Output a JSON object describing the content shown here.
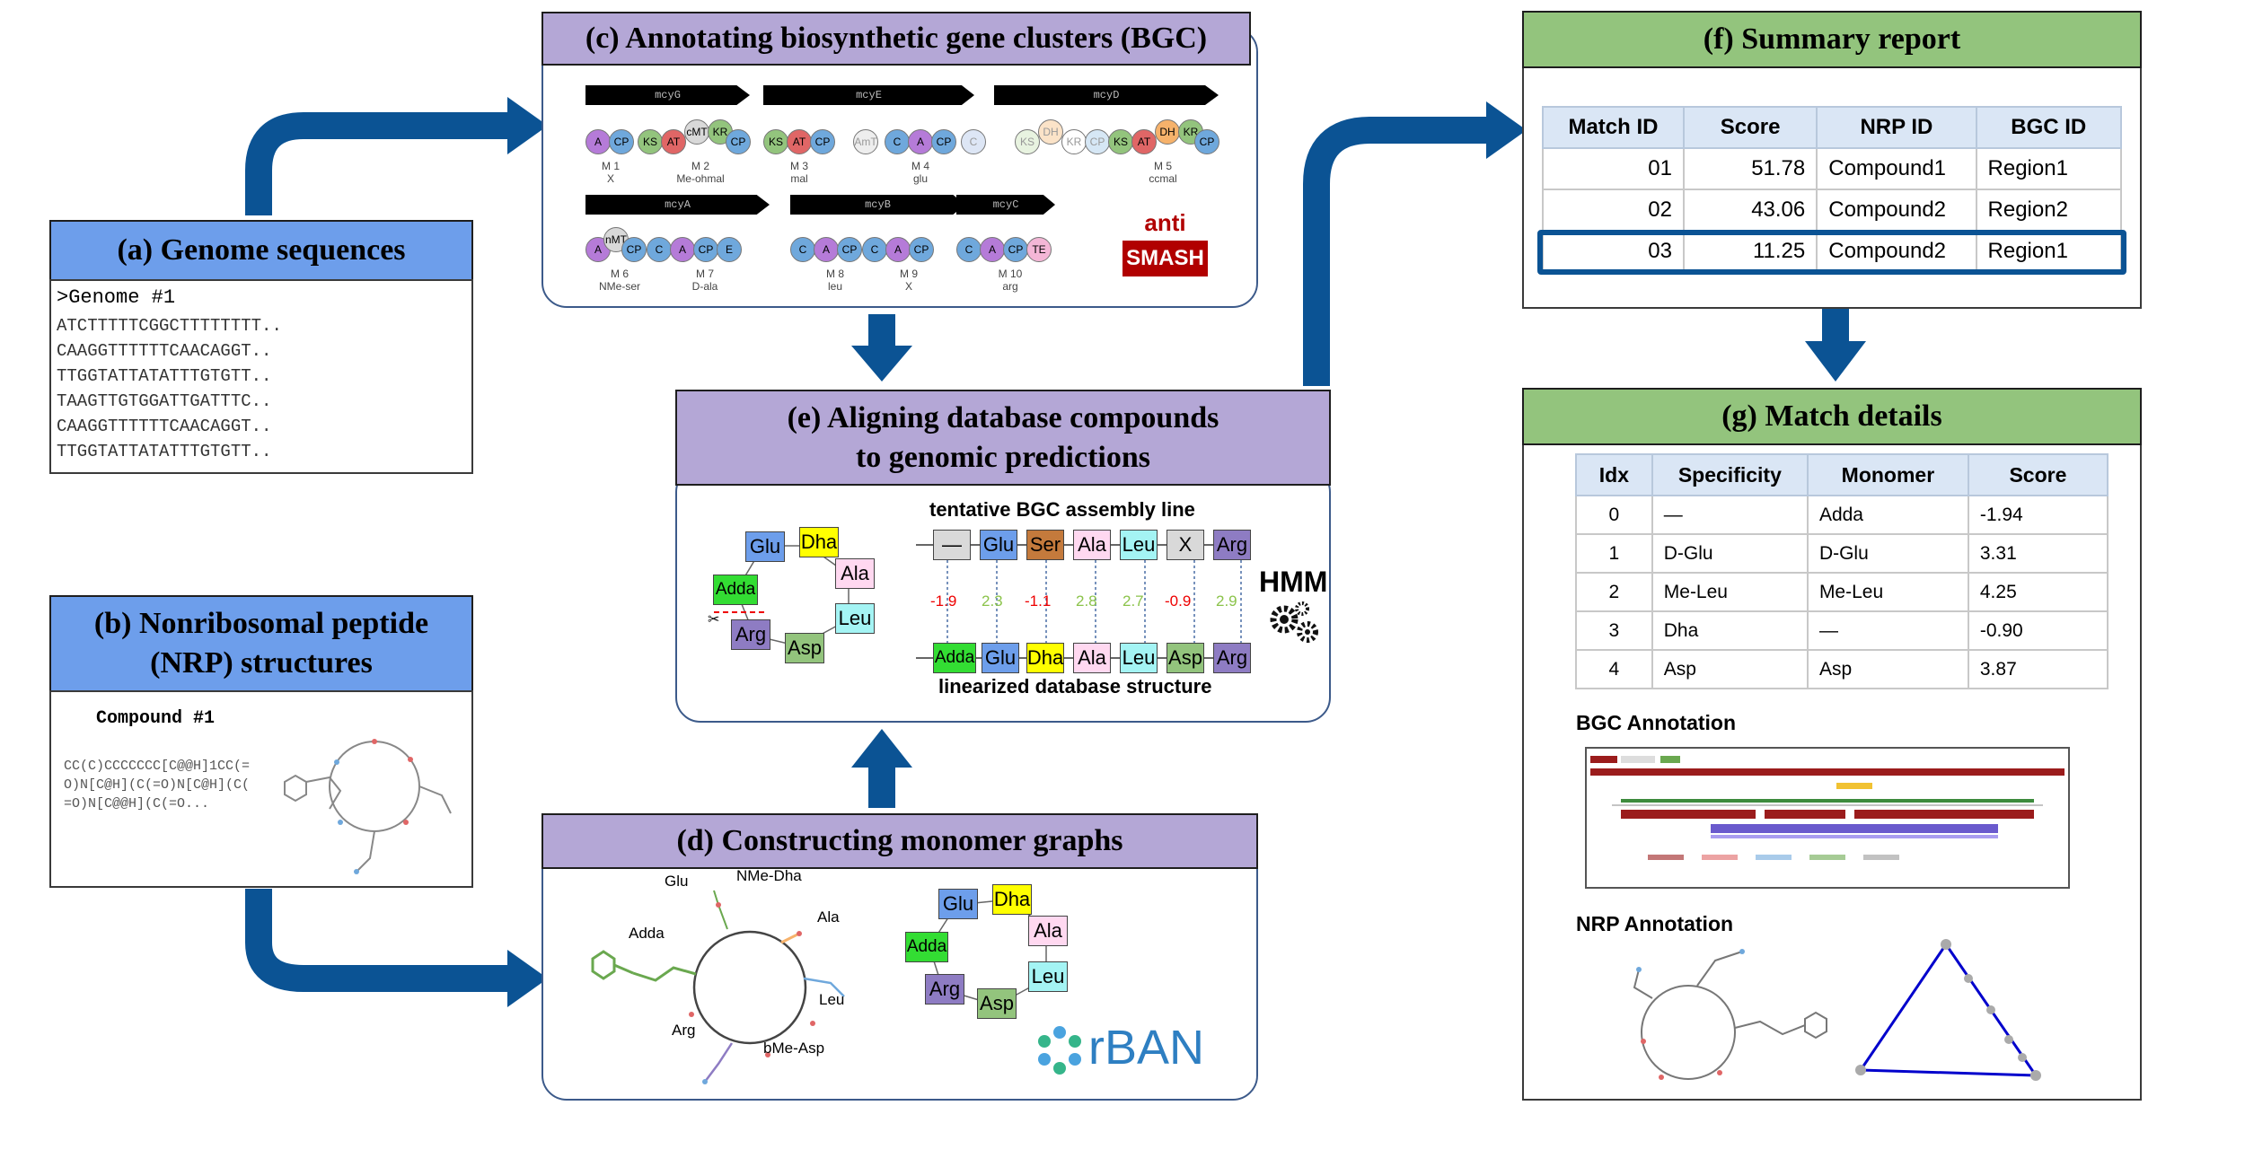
{
  "panels": {
    "a": {
      "title": "(a) Genome sequences",
      "header_line": ">Genome #1",
      "lines": [
        "ATCTTTTTCGGCTTTTTTTT..",
        "CAAGGTTTTTTCAACAGGT..",
        "TTGGTATTATATTTGTGTT..",
        "TAAGTTGTGGATTGATTTC..",
        "CAAGGTTTTTTCAACAGGT..",
        "TTGGTATTATATTTGTGTT.."
      ]
    },
    "b": {
      "title_line1": "(b) Nonribosomal peptide",
      "title_line2": "(NRP) structures",
      "compound": "Compound #1",
      "smiles": [
        "CC(C)CCCCCCC[C@@H]1CC(=",
        "O)N[C@H](C(=O)N[C@H](C(",
        "=O)N[C@@H](C(=O..."
      ]
    },
    "c": {
      "title": "(c) Annotating biosynthetic gene clusters (BGC)",
      "genes": [
        "mcyG",
        "mcyE",
        "mcyD",
        "mcyA",
        "mcyB",
        "mcyC"
      ],
      "modules": [
        {
          "m": "M 1",
          "s": "X"
        },
        {
          "m": "M 2",
          "s": "Me-ohmal"
        },
        {
          "m": "M 3",
          "s": "mal"
        },
        {
          "m": "M 4",
          "s": "glu"
        },
        {
          "m": "M 5",
          "s": "ccmal"
        },
        {
          "m": "M 6",
          "s": "NMe-ser"
        },
        {
          "m": "M 7",
          "s": "D-ala"
        },
        {
          "m": "M 8",
          "s": "leu"
        },
        {
          "m": "M 9",
          "s": "X"
        },
        {
          "m": "M 10",
          "s": "arg"
        }
      ],
      "antismash_top": "anti",
      "antismash_bottom": "SMASH"
    },
    "d": {
      "title": "(d) Constructing monomer graphs",
      "molecule_labels": [
        "Glu",
        "NMe-Dha",
        "Ala",
        "Adda",
        "Leu",
        "Arg",
        "bMe-Asp"
      ],
      "graph_nodes": [
        "Glu",
        "Dha",
        "Ala",
        "Leu",
        "Asp",
        "Arg",
        "Adda"
      ],
      "rban": "rBAN"
    },
    "e": {
      "title_line1": "(e) Aligning database compounds",
      "title_line2": "to genomic predictions",
      "graph_nodes": [
        "Glu",
        "Dha",
        "Ala",
        "Leu",
        "Asp",
        "Arg",
        "Adda"
      ],
      "top_label": "tentative BGC assembly line",
      "bottom_label": "linearized database structure",
      "top_row": [
        "—",
        "Glu",
        "Ser",
        "Ala",
        "Leu",
        "X",
        "Arg"
      ],
      "bottom_row": [
        "Adda",
        "Glu",
        "Dha",
        "Ala",
        "Leu",
        "Asp",
        "Arg"
      ],
      "scores": [
        "-1.9",
        "2.3",
        "-1.1",
        "2.8",
        "2.7",
        "-0.9",
        "2.9"
      ],
      "hmm": "HMM"
    },
    "f": {
      "title": "(f) Summary report",
      "columns": [
        "Match ID",
        "Score",
        "NRP ID",
        "BGC ID"
      ],
      "rows": [
        [
          "01",
          "51.78",
          "Compound1",
          "Region1"
        ],
        [
          "02",
          "43.06",
          "Compound2",
          "Region2"
        ],
        [
          "03",
          "11.25",
          "Compound2",
          "Region1"
        ]
      ]
    },
    "g": {
      "title": "(g) Match details",
      "columns": [
        "Idx",
        "Specificity",
        "Monomer",
        "Score"
      ],
      "rows": [
        [
          "0",
          "—",
          "Adda",
          "-1.94"
        ],
        [
          "1",
          "D-Glu",
          "D-Glu",
          "3.31"
        ],
        [
          "2",
          "Me-Leu",
          "Me-Leu",
          "4.25"
        ],
        [
          "3",
          "Dha",
          "—",
          "-0.90"
        ],
        [
          "4",
          "Asp",
          "Asp",
          "3.87"
        ]
      ],
      "bgc_annotation": "BGC Annotation",
      "nrp_annotation": "NRP Annotation"
    }
  },
  "colors": {
    "header_blue": "#6d9eeb",
    "header_purple": "#b4a7d6",
    "header_green": "#93c47d",
    "arrow": "#0b5394",
    "highlight": "#0b5394"
  }
}
